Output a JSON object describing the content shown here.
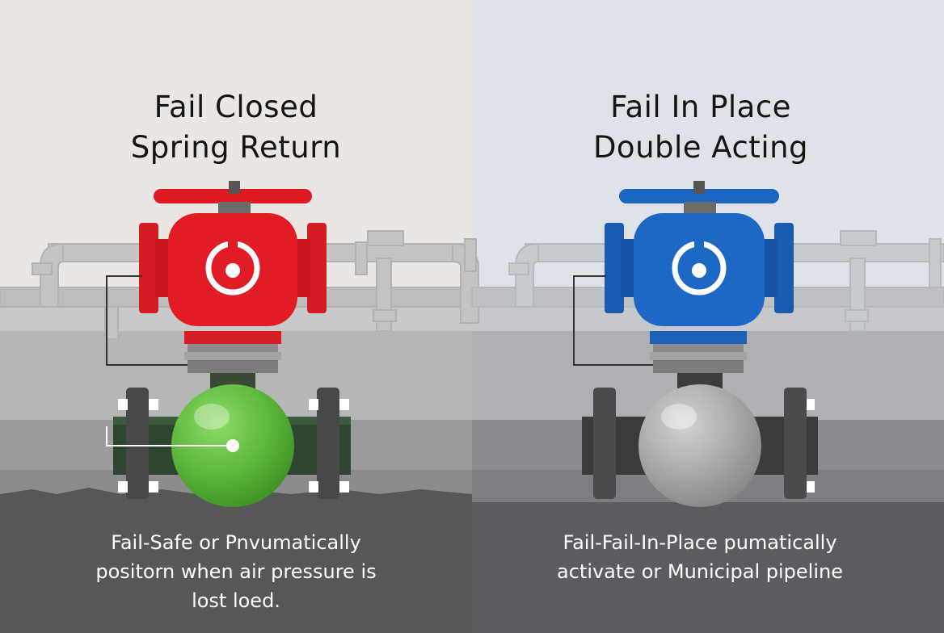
{
  "left_panel": {
    "title_line1": "Fail Closed",
    "title_line2": "Spring Return",
    "caption_line1": "Fail-Safe or Pnvumatically",
    "caption_line2": "positorn when air pressure is",
    "caption_line3": "lost loed.",
    "actuator_color": "#dd1a22",
    "ball_color": "#5cb83a"
  },
  "right_panel": {
    "title_line1": "Fail In Place",
    "title_line2": "Double Acting",
    "caption_line1": "Fail-Fail-In-Place pumatically",
    "caption_line2": "activate or Municipal pipeline",
    "actuator_color": "#1b65c0",
    "ball_color": "#a9a9a9"
  },
  "icons": [
    "power-symbol-icon",
    "power-symbol-icon"
  ]
}
